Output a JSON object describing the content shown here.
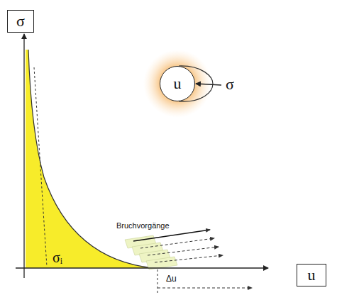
{
  "diagram": {
    "nodes": [
      {
        "text": [
          "σ"
        ]
      },
      {
        "text": [
          "u"
        ]
      },
      {
        "text": [
          "u"
        ]
      }
    ],
    "labels": [
      "σ",
      "σᵢ",
      "Bruchvorgänge",
      "Δu"
    ]
  }
}
